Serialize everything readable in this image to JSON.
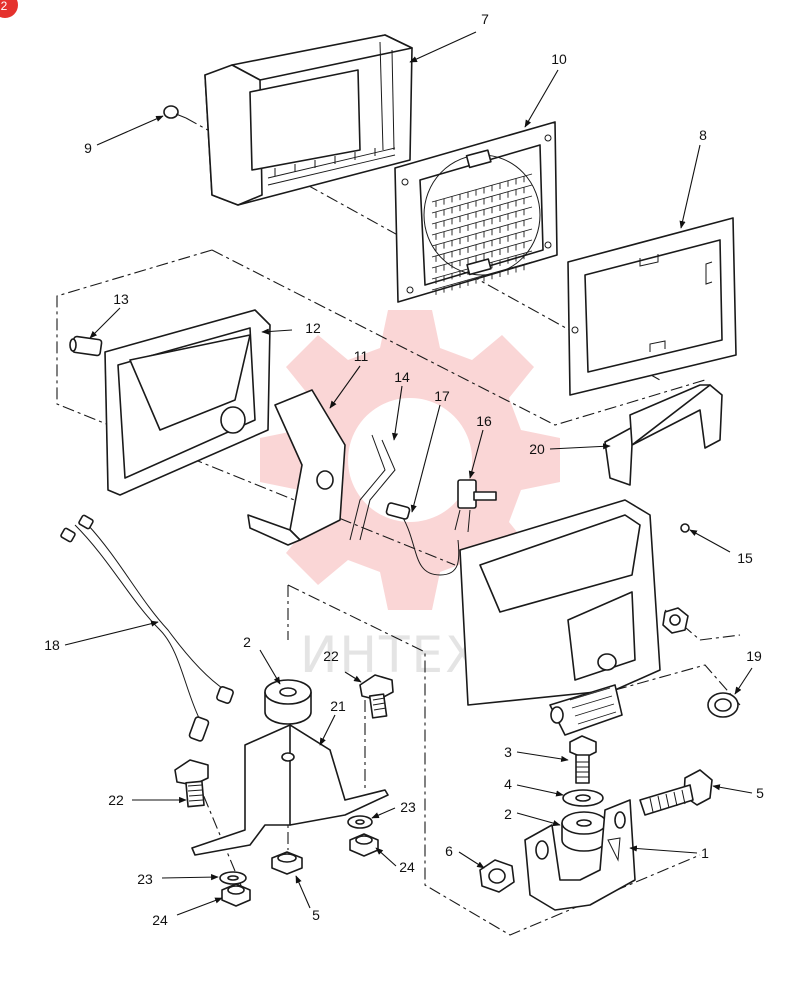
{
  "badge": {
    "label": "2",
    "color": "#e5322d"
  },
  "watermark": {
    "text": "ИНТЕХ",
    "gear_color": "#f6b5b5"
  },
  "callouts": [
    {
      "id": "c7",
      "label": "7"
    },
    {
      "id": "c9",
      "label": "9"
    },
    {
      "id": "c10",
      "label": "10"
    },
    {
      "id": "c8",
      "label": "8"
    },
    {
      "id": "c13",
      "label": "13"
    },
    {
      "id": "c12",
      "label": "12"
    },
    {
      "id": "c11",
      "label": "11"
    },
    {
      "id": "c14",
      "label": "14"
    },
    {
      "id": "c17",
      "label": "17"
    },
    {
      "id": "c16",
      "label": "16"
    },
    {
      "id": "c20",
      "label": "20"
    },
    {
      "id": "c15",
      "label": "15"
    },
    {
      "id": "c18",
      "label": "18"
    },
    {
      "id": "c2a",
      "label": "2"
    },
    {
      "id": "c22a",
      "label": "22"
    },
    {
      "id": "c21",
      "label": "21"
    },
    {
      "id": "c19",
      "label": "19"
    },
    {
      "id": "c3",
      "label": "3"
    },
    {
      "id": "c4",
      "label": "4"
    },
    {
      "id": "c5a",
      "label": "5"
    },
    {
      "id": "c2b",
      "label": "2"
    },
    {
      "id": "c22b",
      "label": "22"
    },
    {
      "id": "c23a",
      "label": "23"
    },
    {
      "id": "c6",
      "label": "6"
    },
    {
      "id": "c1",
      "label": "1"
    },
    {
      "id": "c24a",
      "label": "24"
    },
    {
      "id": "c23b",
      "label": "23"
    },
    {
      "id": "c24b",
      "label": "24"
    },
    {
      "id": "c5b",
      "label": "5"
    }
  ]
}
